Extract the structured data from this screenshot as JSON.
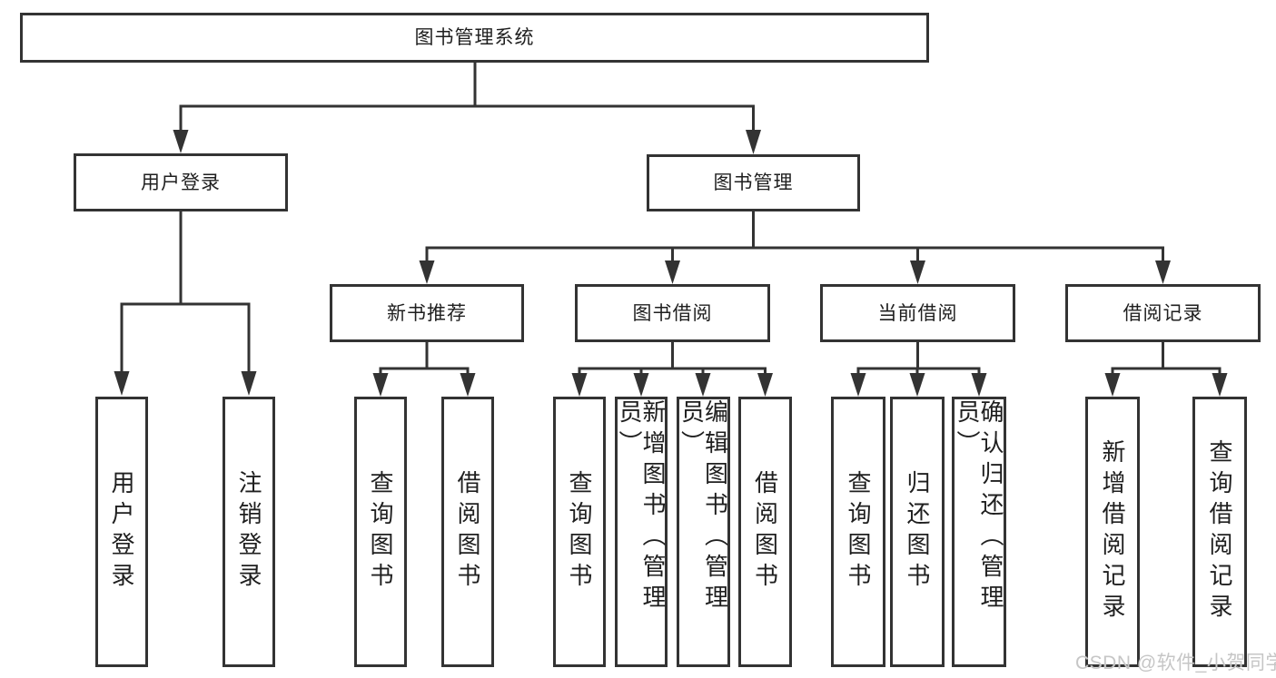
{
  "diagram": {
    "title": "图书管理系统",
    "root": {
      "label": "图书管理系统"
    },
    "level2": [
      {
        "label": "用户登录"
      },
      {
        "label": "图书管理"
      }
    ],
    "level3": [
      {
        "label": "新书推荐",
        "parent": "图书管理"
      },
      {
        "label": "图书借阅",
        "parent": "图书管理"
      },
      {
        "label": "当前借阅",
        "parent": "图书管理"
      },
      {
        "label": "借阅记录",
        "parent": "图书管理"
      }
    ],
    "leaves": [
      {
        "label": "用户登录",
        "parent": "用户登录"
      },
      {
        "label": "注销登录",
        "parent": "用户登录"
      },
      {
        "label": "查询图书",
        "parent": "新书推荐"
      },
      {
        "label": "借阅图书",
        "parent": "新书推荐"
      },
      {
        "label": "查询图书",
        "parent": "图书借阅"
      },
      {
        "label": "新增图书（管理员）",
        "parent": "图书借阅"
      },
      {
        "label": "编辑图书（管理员）",
        "parent": "图书借阅"
      },
      {
        "label": "借阅图书",
        "parent": "图书借阅"
      },
      {
        "label": "查询图书",
        "parent": "当前借阅"
      },
      {
        "label": "归还图书",
        "parent": "当前借阅"
      },
      {
        "label": "确认归还（管理员）",
        "parent": "当前借阅"
      },
      {
        "label": "新增借阅记录",
        "parent": "借阅记录"
      },
      {
        "label": "查询借阅记录",
        "parent": "借阅记录"
      }
    ]
  },
  "watermark": {
    "text": "CSDN @软件_小贺同学"
  },
  "colors": {
    "line": "#333333",
    "box_border": "#333333",
    "text": "#1f1f1f",
    "background": "#ffffff",
    "watermark": "#c6c6c6"
  }
}
